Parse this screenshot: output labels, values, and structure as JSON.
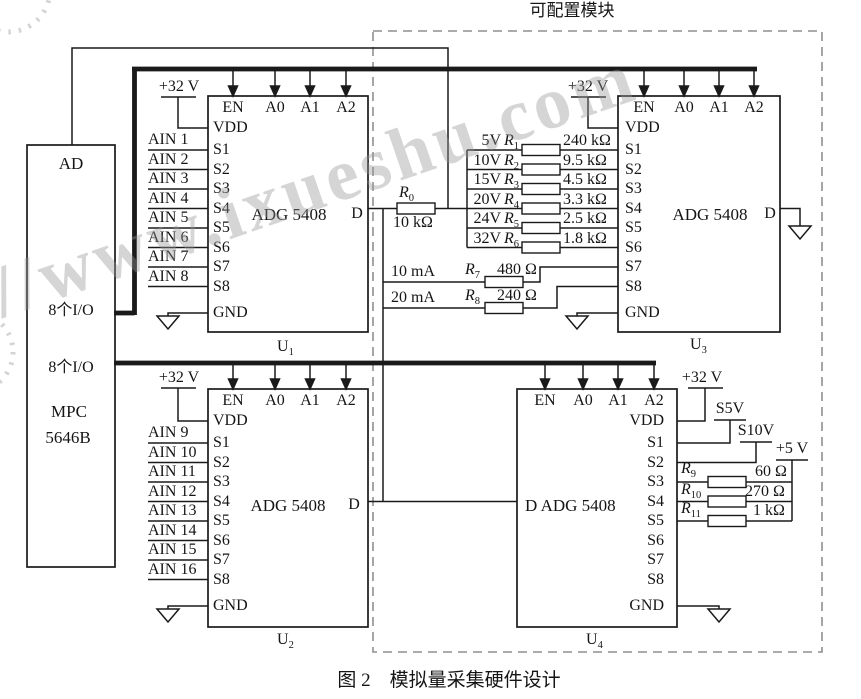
{
  "figure": {
    "module_label": "可配置模块",
    "caption": "图 2　模拟量采集硬件设计",
    "watermark": "://www.ixueshu.com"
  },
  "labels": {
    "r": "R",
    "u": "U"
  },
  "ad": {
    "title": "AD",
    "io_top": "8个I/O",
    "io_bottom": "8个I/O",
    "mcu_line1": "MPC",
    "mcu_line2": "5646B"
  },
  "supply": {
    "v32": "+32 V",
    "v5": "+5 V"
  },
  "pins": {
    "top": [
      "EN",
      "A0",
      "A1",
      "A2"
    ],
    "side": [
      "VDD",
      "S1",
      "S2",
      "S3",
      "S4",
      "S5",
      "S6",
      "S7",
      "S8",
      "GND"
    ],
    "d": "D"
  },
  "chips": {
    "u1": {
      "part": "ADG 5408",
      "sub": "1"
    },
    "u2": {
      "part": "ADG 5408",
      "sub": "2"
    },
    "u3": {
      "part": "ADG 5408",
      "sub": "3"
    },
    "u4": {
      "part": "D ADG 5408",
      "sub": "4"
    }
  },
  "inputs": {
    "bank1": [
      "AIN 1",
      "AIN 2",
      "AIN 3",
      "AIN 4",
      "AIN 5",
      "AIN 6",
      "AIN 7",
      "AIN 8"
    ],
    "bank2": [
      "AIN 9",
      "AIN 10",
      "AIN 11",
      "AIN 12",
      "AIN 13",
      "AIN 14",
      "AIN 15",
      "AIN 16"
    ]
  },
  "network": {
    "r0": {
      "sub": "0",
      "value": "10 kΩ"
    },
    "divider": [
      {
        "tap": "5V",
        "sub": "1",
        "value": "240 kΩ"
      },
      {
        "tap": "10V",
        "sub": "2",
        "value": "9.5 kΩ"
      },
      {
        "tap": "15V",
        "sub": "3",
        "value": "4.5 kΩ"
      },
      {
        "tap": "20V",
        "sub": "4",
        "value": "3.3 kΩ"
      },
      {
        "tap": "24V",
        "sub": "5",
        "value": "2.5 kΩ"
      },
      {
        "tap": "32V",
        "sub": "6",
        "value": "1.8 kΩ"
      }
    ],
    "current": [
      {
        "tap": "10 mA",
        "sub": "7",
        "value": "480 Ω"
      },
      {
        "tap": "20 mA",
        "sub": "8",
        "value": "240 Ω"
      }
    ],
    "outputs": {
      "s5v": "S5V",
      "s10v": "S10V",
      "rows": [
        {
          "sub": "9",
          "value": "60 Ω"
        },
        {
          "sub": "10",
          "value": "270 Ω"
        },
        {
          "sub": "11",
          "value": "1 kΩ"
        }
      ]
    }
  }
}
